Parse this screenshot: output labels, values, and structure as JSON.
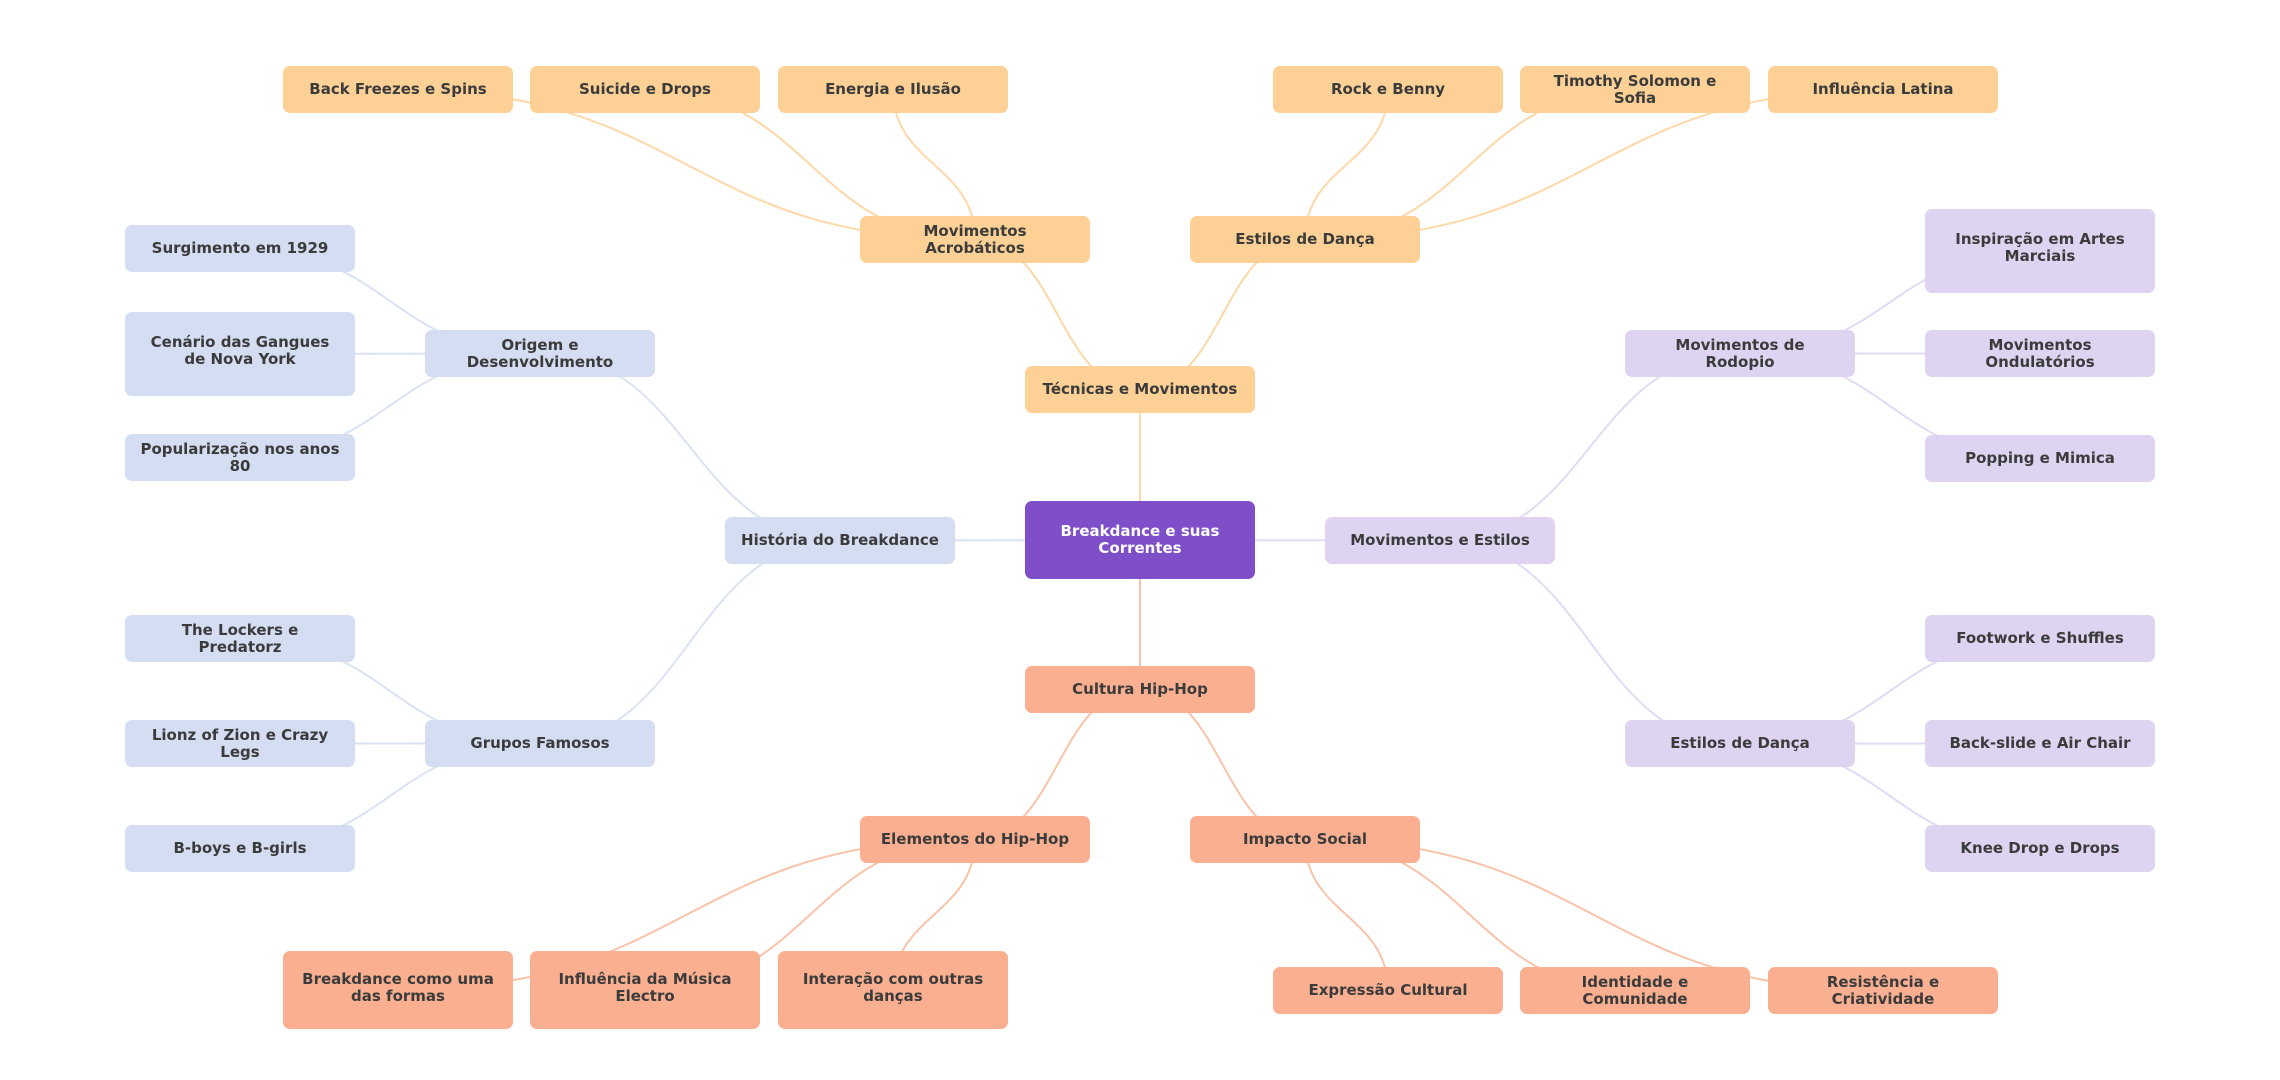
{
  "mindmap": {
    "root": {
      "id": "root",
      "label": "Breakdance e suas Correntes",
      "branch": "root"
    },
    "branches": [
      {
        "id": "tecnicas",
        "label": "Técnicas e Movimentos",
        "branch": "orange",
        "children": [
          {
            "id": "acrobaticos",
            "label": "Movimentos Acrobáticos",
            "children": [
              {
                "id": "backfreezes",
                "label": "Back Freezes e Spins"
              },
              {
                "id": "suicide",
                "label": "Suicide e Drops"
              },
              {
                "id": "energia",
                "label": "Energia e Ilusão"
              }
            ]
          },
          {
            "id": "estilostop",
            "label": "Estilos de Dança",
            "children": [
              {
                "id": "rock",
                "label": "Rock e Benny"
              },
              {
                "id": "timothy",
                "label": "Timothy Solomon e Sofia"
              },
              {
                "id": "latina",
                "label": "Influência Latina"
              }
            ]
          }
        ]
      },
      {
        "id": "historia",
        "label": "História do Breakdance",
        "branch": "blue",
        "children": [
          {
            "id": "origem",
            "label": "Origem e Desenvolvimento",
            "children": [
              {
                "id": "surgimento",
                "label": "Surgimento em 1929"
              },
              {
                "id": "cenario",
                "label": "Cenário das Gangues de Nova York"
              },
              {
                "id": "popularizacao",
                "label": "Popularização nos anos 80"
              }
            ]
          },
          {
            "id": "grupos",
            "label": "Grupos Famosos",
            "children": [
              {
                "id": "lockers",
                "label": "The Lockers e Predatorz"
              },
              {
                "id": "lionz",
                "label": "Lionz of Zion e Crazy Legs"
              },
              {
                "id": "bboys",
                "label": "B-boys e B-girls"
              }
            ]
          }
        ]
      },
      {
        "id": "movestilos",
        "label": "Movimentos e Estilos",
        "branch": "purple",
        "children": [
          {
            "id": "rodopio",
            "label": "Movimentos de Rodopio",
            "children": [
              {
                "id": "inspiracao",
                "label": "Inspiração em Artes Marciais"
              },
              {
                "id": "ondulatorios",
                "label": "Movimentos Ondulatórios"
              },
              {
                "id": "popping",
                "label": "Popping e Mimica"
              }
            ]
          },
          {
            "id": "estilosright",
            "label": "Estilos de Dança",
            "children": [
              {
                "id": "footwork",
                "label": "Footwork e Shuffles"
              },
              {
                "id": "backslide",
                "label": "Back-slide e Air Chair"
              },
              {
                "id": "knee",
                "label": "Knee Drop e Drops"
              }
            ]
          }
        ]
      },
      {
        "id": "cultura",
        "label": "Cultura Hip-Hop",
        "branch": "salmon",
        "children": [
          {
            "id": "elementos",
            "label": "Elementos do Hip-Hop",
            "children": [
              {
                "id": "formas",
                "label": "Breakdance como uma das formas"
              },
              {
                "id": "electro",
                "label": "Influência da Música Electro"
              },
              {
                "id": "interacao",
                "label": "Interação com outras danças"
              }
            ]
          },
          {
            "id": "impacto",
            "label": "Impacto Social",
            "children": [
              {
                "id": "expressao",
                "label": "Expressão Cultural"
              },
              {
                "id": "identidade",
                "label": "Identidade e Comunidade"
              },
              {
                "id": "resistencia",
                "label": "Resistência e Criatividade"
              }
            ]
          }
        ]
      }
    ]
  },
  "colors": {
    "root": {
      "fill": "#7f4fc9",
      "edge": "#7f4fc9"
    },
    "orange": {
      "fill": "#fdd196",
      "edge": "#fdd8a8"
    },
    "blue": {
      "fill": "#d5ddf2",
      "edge": "#dbe2f4"
    },
    "purple": {
      "fill": "#ded4f1",
      "edge": "#e3daf4"
    },
    "salmon": {
      "fill": "#f9af90",
      "edge": "#f9c3aa"
    },
    "text": "#3b3b3b",
    "root_text": "#ffffff"
  }
}
